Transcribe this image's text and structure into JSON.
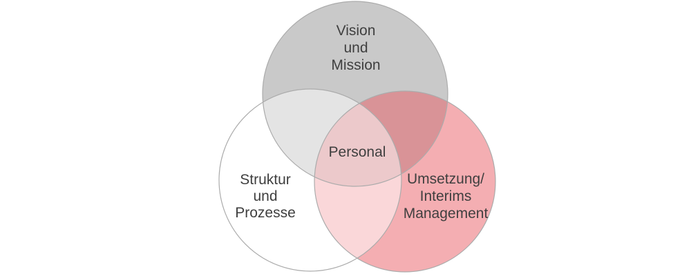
{
  "venn": {
    "background_color": "#ffffff",
    "outline_color": "#ababab",
    "label_color": "#3f3f3f",
    "circles": [
      {
        "name": "vision-mission",
        "fill": "#c9c9c9",
        "lines": [
          "Vision",
          "und",
          "Mission"
        ]
      },
      {
        "name": "struktur-prozesse",
        "fill": "#ffffff",
        "lines": [
          "Struktur",
          "und",
          "Prozesse"
        ]
      },
      {
        "name": "umsetzung-interims-management",
        "fill": "#e95d65",
        "lines": [
          "Umsetzung/",
          "Interims",
          "Management"
        ]
      }
    ],
    "center_label": "Personal"
  }
}
